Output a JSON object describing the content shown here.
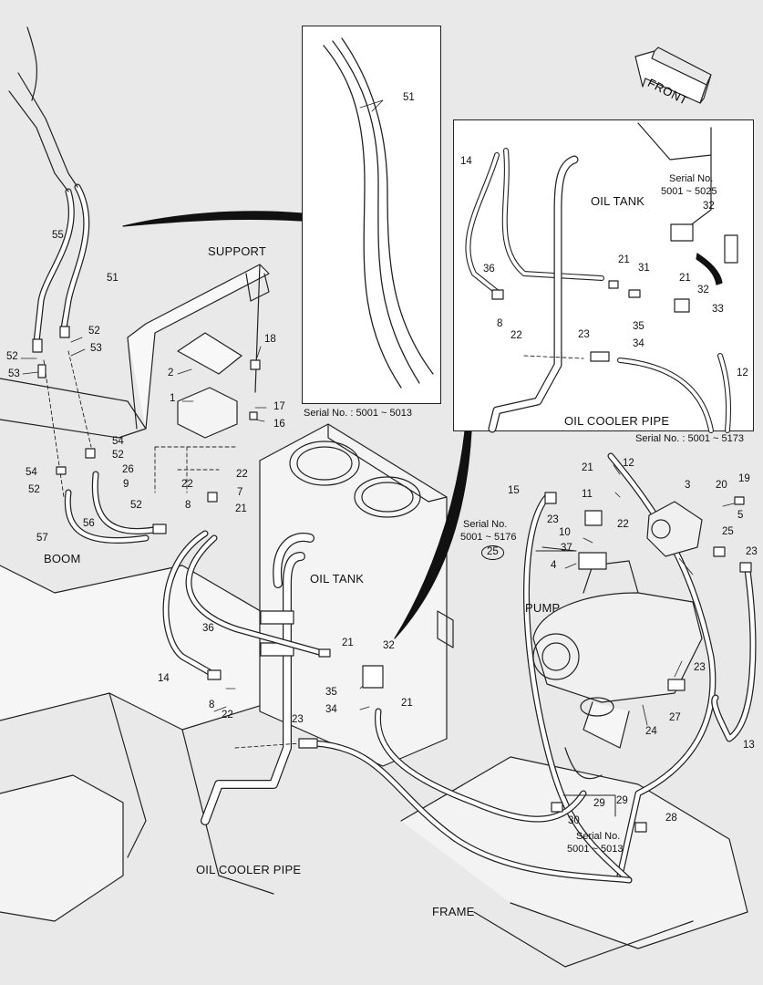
{
  "labels": {
    "front": "FRONT",
    "support": "SUPPORT",
    "oil_tank": "OIL TANK",
    "boom": "BOOM",
    "pump": "PUMP",
    "oil_cooler_pipe": "OIL COOLER PIPE",
    "frame": "FRAME"
  },
  "serials": {
    "inset_hose": "Serial No. : 5001 ~ 5013",
    "inset_tank": "Serial No. : 5001 ~ 5173",
    "bracket_header": "Serial No.",
    "bracket_range": "5001 ~ 5025",
    "pump_header": "Serial No.",
    "pump_range": "5001 ~ 5176",
    "clamp_header": "Serial No.",
    "clamp_range": "5001 ~ 5013"
  },
  "callouts": {
    "c1": "1",
    "c2": "2",
    "c3": "3",
    "c4": "4",
    "c5": "5",
    "c7": "7",
    "c8": "8",
    "c9": "9",
    "c10": "10",
    "c11": "11",
    "c12": "12",
    "c13": "13",
    "c14": "14",
    "c15": "15",
    "c16": "16",
    "c17": "17",
    "c18": "18",
    "c19": "19",
    "c20": "20",
    "c21": "21",
    "c22": "22",
    "c23": "23",
    "c24": "24",
    "c25": "25",
    "c25_circled": "25",
    "c26": "26",
    "c27": "27",
    "c28": "28",
    "c29": "29",
    "c30": "30",
    "c31": "31",
    "c32": "32",
    "c33": "33",
    "c34": "34",
    "c35": "35",
    "c36": "36",
    "c37": "37",
    "c51a": "51",
    "c51b": "51",
    "c52": "52",
    "c53": "53",
    "c54": "54",
    "c55": "55",
    "c56": "56",
    "c57": "57"
  }
}
